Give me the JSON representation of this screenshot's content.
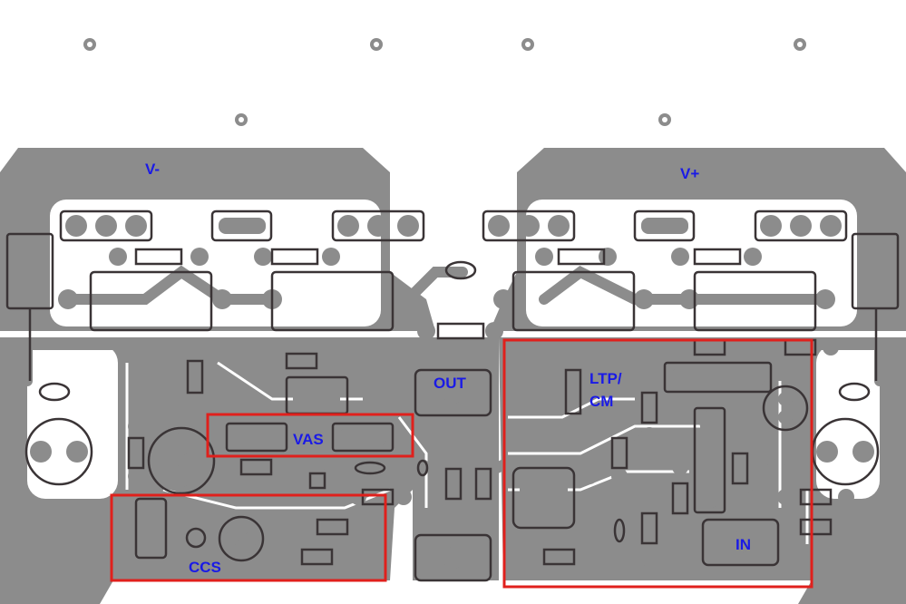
{
  "labels": {
    "v_minus": "V-",
    "v_plus": "V+",
    "out": "OUT",
    "ltp_line1": "LTP/",
    "ltp_line2": "CM",
    "vas": "VAS",
    "ccs": "CCS",
    "in": "IN"
  },
  "colors": {
    "background": "#ffffff",
    "copper": "#8c8c8c",
    "silkscreen": "#3a3436",
    "label": "#1a1ae6",
    "highlight": "#e0201c"
  }
}
